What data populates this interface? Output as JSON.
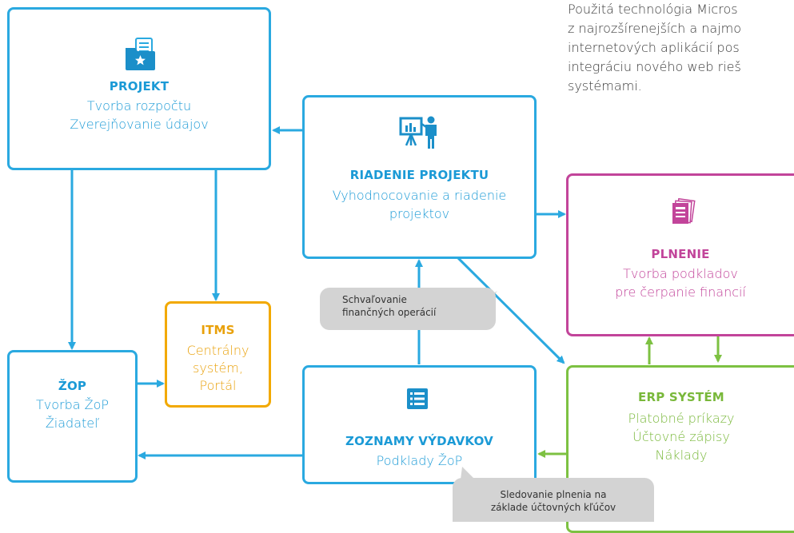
{
  "intro_lines": [
    "Použitá technológia Micros",
    "z najrozšírenejších a najmo",
    "internetových aplikácií pos",
    "integráciu nového web rieš",
    "systémami."
  ],
  "nodes": {
    "projekt": {
      "title": "PROJEKT",
      "lines": [
        "Tvorba rozpočtu",
        "Zverejňovanie údajov"
      ]
    },
    "riadenie": {
      "title": "RIADENIE PROJEKTU",
      "lines": [
        "Vyhodnocovanie a riadenie",
        "projektov"
      ]
    },
    "plnenie": {
      "title": "PLNENIE",
      "lines": [
        "Tvorba podkladov",
        "pre čerpanie financií"
      ]
    },
    "itms": {
      "title": "ITMS",
      "lines": [
        "Centrálny",
        "systém,",
        "Portál"
      ]
    },
    "zop": {
      "title": "ŽOP",
      "lines": [
        "Tvorba ŽoP",
        "Žiadateľ"
      ]
    },
    "zoznamy": {
      "title": "ZOZNAMY VÝDAVKOV",
      "lines": [
        "Podklady ŽoP"
      ]
    },
    "erp": {
      "title": "ERP SYSTÉM",
      "lines": [
        "Platobné príkazy",
        "Účtovné zápisy",
        "Náklady"
      ]
    }
  },
  "callouts": {
    "schvalovanie": [
      "Schvaľovanie",
      "finančných operácií"
    ],
    "sledovanie": [
      "Sledovanie plnenia na",
      "základe účtovných kľúčov"
    ]
  },
  "colors": {
    "blue": "#2aa9e0",
    "orange": "#f2a900",
    "magenta": "#c2449a",
    "green": "#7dc142",
    "callout": "#d3d3d3"
  },
  "icons": {
    "projekt": "folder-document-icon",
    "riadenie": "presentation-board-icon",
    "plnenie": "stacked-documents-icon",
    "zoznamy": "list-icon"
  }
}
